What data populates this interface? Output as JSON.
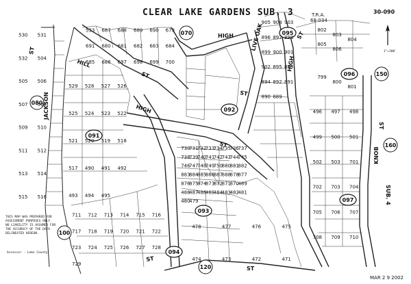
{
  "title": "CLEAR LAKE GARDENS SUB. 3",
  "page_number": "30-090",
  "tra": {
    "label": "T.R.A.",
    "value": "68-034"
  },
  "north_label": "1\"=300'",
  "date_stamp": "MAR 2 9 2002",
  "assessor_note": "Assessor - Lake County",
  "disclaimer_lines": [
    "THIS MAP WAS PREPARED FOR",
    "ASSESSMENT PURPOSES ONLY.",
    "NO LIABILITY IS ASSUMED FOR",
    "THE ACCURACY OF THE DATA",
    "DELINEATED HEREON."
  ],
  "book_codes": [
    "070",
    "080",
    "100",
    "120",
    "150",
    "160"
  ],
  "page_codes": [
    "091",
    "092",
    "093",
    "094",
    "095",
    "096",
    "097"
  ],
  "streets": [
    "HIGH",
    "LIVE OAK",
    "HILL",
    "ST",
    "JACKSON",
    "ST",
    "HIGH",
    "ST",
    "ST",
    "HIGH",
    "ST",
    "KNOB",
    "ST",
    "SUB. 4",
    "ST",
    "ST"
  ],
  "parcels": [
    "533",
    "687",
    "688",
    "689",
    "690",
    "679",
    "691",
    "680",
    "681",
    "682",
    "683",
    "684",
    "685",
    "686",
    "697",
    "698",
    "699",
    "700",
    "905",
    "904",
    "903",
    "896",
    "897",
    "898",
    "899",
    "900",
    "901",
    "902",
    "895",
    "893",
    "894",
    "892",
    "891",
    "890",
    "889",
    "530",
    "531",
    "532",
    "504",
    "505",
    "506",
    "507",
    "508",
    "509",
    "510",
    "511",
    "512",
    "513",
    "514",
    "515",
    "516",
    "529",
    "528",
    "527",
    "526",
    "525",
    "524",
    "523",
    "522",
    "521",
    "520",
    "519",
    "518",
    "517",
    "490",
    "491",
    "492",
    "493",
    "494",
    "495",
    "496",
    "497",
    "498",
    "499",
    "500",
    "501",
    "502",
    "503",
    "701",
    "702",
    "703",
    "704",
    "705",
    "706",
    "707",
    "708",
    "709",
    "710",
    "711",
    "712",
    "713",
    "714",
    "715",
    "716",
    "717",
    "718",
    "719",
    "720",
    "721",
    "722",
    "723",
    "724",
    "725",
    "726",
    "727",
    "728",
    "729",
    "730",
    "731",
    "732",
    "733",
    "734",
    "735",
    "736",
    "737",
    "738",
    "739",
    "740",
    "741",
    "742",
    "743",
    "744",
    "745",
    "746",
    "747",
    "748",
    "749",
    "750",
    "880",
    "881",
    "882",
    "883",
    "884",
    "885",
    "886",
    "887",
    "888",
    "878",
    "877",
    "876",
    "875",
    "874",
    "873",
    "872",
    "871",
    "870",
    "489",
    "488",
    "487",
    "486",
    "485",
    "484",
    "483",
    "482",
    "481",
    "480",
    "479",
    "478",
    "477",
    "476",
    "475",
    "474",
    "473",
    "472",
    "471",
    "799",
    "800",
    "801",
    "802",
    "803",
    "804",
    "805",
    "806"
  ]
}
